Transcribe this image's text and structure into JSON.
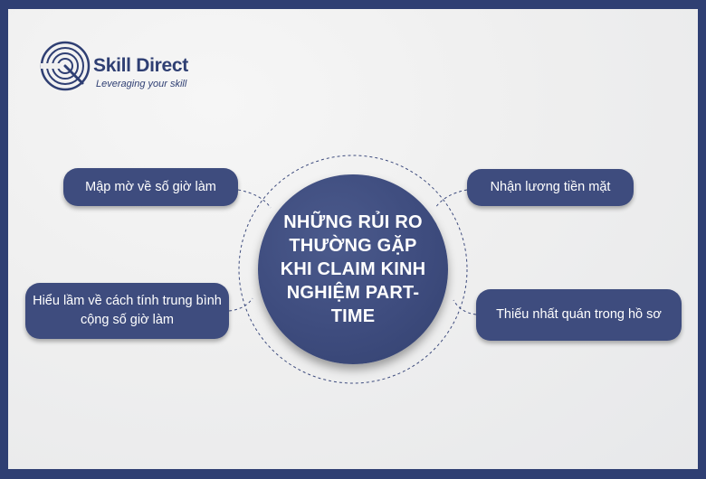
{
  "logo": {
    "name": "Skill Direct",
    "tagline": "Leveraging your skill",
    "color": "#2f3f73"
  },
  "center": {
    "title": "NHỮNG RỦI RO THƯỜNG GẶP KHI CLAIM KINH NGHIỆM PART-TIME"
  },
  "risks": [
    {
      "label": "Mập mờ về số giờ làm"
    },
    {
      "label": "Nhận lương tiền mặt"
    },
    {
      "label": "Hiểu lầm về cách tính trung bình cộng số giờ làm"
    },
    {
      "label": "Thiếu nhất quán trong hồ sơ"
    }
  ],
  "colors": {
    "frame": "#2f3f73",
    "node": "#3e4c7e",
    "text": "#ffffff",
    "background": "#efefef"
  }
}
